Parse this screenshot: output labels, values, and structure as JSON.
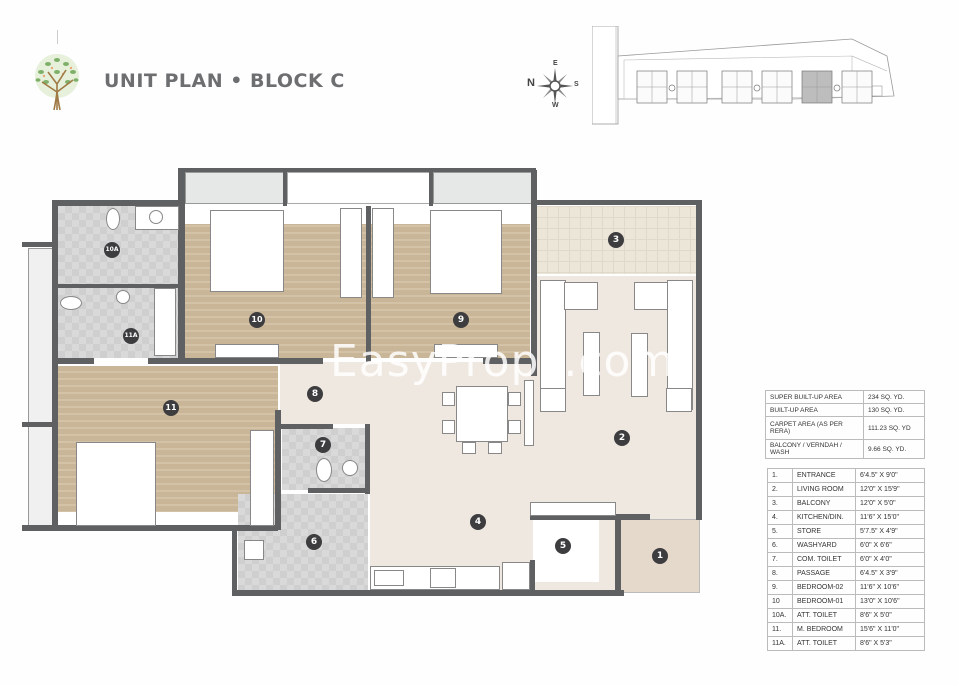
{
  "header": {
    "title": "UNIT PLAN • BLOCK C",
    "logo_icon": "tree-logo-icon"
  },
  "compass": {
    "north": "N",
    "east": "E",
    "south": "S",
    "west": "W"
  },
  "key_plan": {
    "label": "site-key-plan",
    "highlighted_block": "Block C"
  },
  "watermark": "EasyProps.com",
  "room_badges": {
    "r1": "1",
    "r2": "2",
    "r3": "3",
    "r4": "4",
    "r5": "5",
    "r6": "6",
    "r7": "7",
    "r8": "8",
    "r9": "9",
    "r10": "10",
    "r10a": "10A",
    "r11": "11",
    "r11a": "11A"
  },
  "area_table": [
    {
      "label": "SUPER BUILT-UP AREA",
      "value": "234 SQ. YD."
    },
    {
      "label": "BUILT-UP AREA",
      "value": "130 SQ. YD."
    },
    {
      "label": "CARPET AREA (AS PER RERA)",
      "value": "111.23 SQ. YD"
    },
    {
      "label": "BALCONY / VERNDAH / WASH",
      "value": "9.66 SQ. YD."
    }
  ],
  "room_table": [
    {
      "no": "1.",
      "name": "ENTRANCE",
      "size": "6'4.5\" X 9'0\""
    },
    {
      "no": "2.",
      "name": "LIVING ROOM",
      "size": "12'0\" X 15'9\""
    },
    {
      "no": "3.",
      "name": "BALCONY",
      "size": "12'0\" X 5'0\""
    },
    {
      "no": "4.",
      "name": "KITCHEN/DIN.",
      "size": "11'6\" X 15'0\""
    },
    {
      "no": "5.",
      "name": "STORE",
      "size": "5'7.5\" X 4'9\""
    },
    {
      "no": "6.",
      "name": "WASHYARD",
      "size": "6'0\" X 6'6\""
    },
    {
      "no": "7.",
      "name": "COM. TOILET",
      "size": "6'0\" X 4'0\""
    },
    {
      "no": "8.",
      "name": "PASSAGE",
      "size": "6'4.5\" X 3'9\""
    },
    {
      "no": "9.",
      "name": "BEDROOM-02",
      "size": "11'6\" X 10'6\""
    },
    {
      "no": "10",
      "name": "BEDROOM-01",
      "size": "13'0\" X 10'6\""
    },
    {
      "no": "10A.",
      "name": "ATT. TOILET",
      "size": "8'6\" X 5'0\""
    },
    {
      "no": "11.",
      "name": "M. BEDROOM",
      "size": "15'6\" X 11'0\""
    },
    {
      "no": "11A.",
      "name": "ATT. TOILET",
      "size": "8'6\" X 5'3\""
    }
  ],
  "colors": {
    "wall": "#5f6062",
    "wood_floor": "#c9b597",
    "tile_floor": "#d9d9d9",
    "living_floor": "#efe8e1",
    "balcony_floor": "#ece6d9",
    "title_text": "#6d6e70"
  }
}
